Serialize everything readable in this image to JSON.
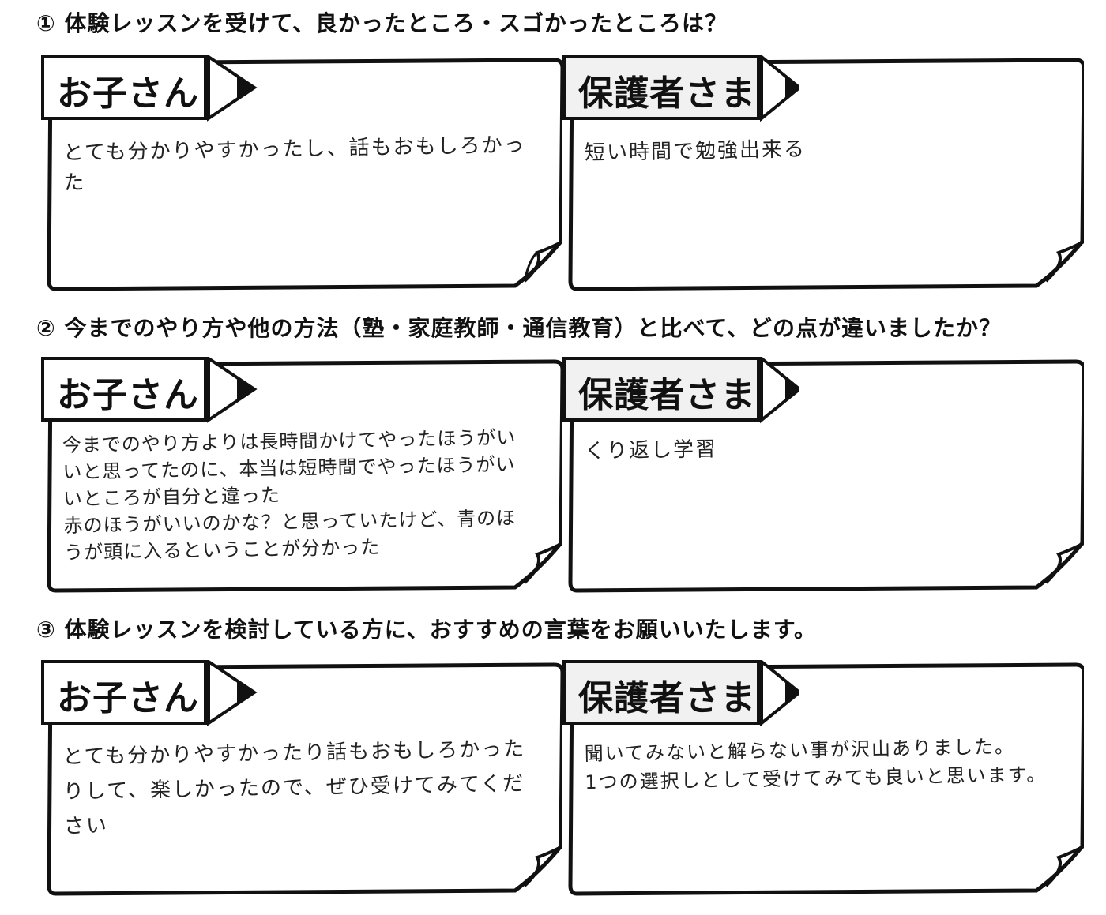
{
  "questions": [
    {
      "text": "① 体験レッスンを受けて、良かったところ・スゴかったところは？",
      "child_label": "お子さん",
      "parent_label": "保護者さま",
      "child_answer": "とても分かりやすかったし、話もおもしろかった",
      "parent_answer": "短い時間で勉強出来る"
    },
    {
      "text": "② 今までのやり方や他の方法（塾・家庭教師・通信教育）と比べて、どの点が違いましたか？",
      "child_label": "お子さん",
      "parent_label": "保護者さま",
      "child_answer": "今までのやり方よりは長時間かけてやったほうがいいと思ってたのに、本当は短時間でやったほうがいいところが自分と違った\n赤のほうがいいのかな？と思っていたけど、青のほうが頭に入るということが分かった",
      "parent_answer": "くり返し学習"
    },
    {
      "text": "③ 体験レッスンを検討している方に、おすすめの言葉をお願いいたします。",
      "child_label": "お子さん",
      "parent_label": "保護者さま",
      "child_answer": "とても分かりやすかったり話もおもしろかったりして、楽しかったので、ぜひ受けてみてください",
      "parent_answer": "聞いてみないと解らない事が沢山ありました。\n1つの選択しとして受けてみても良いと思います。"
    }
  ]
}
